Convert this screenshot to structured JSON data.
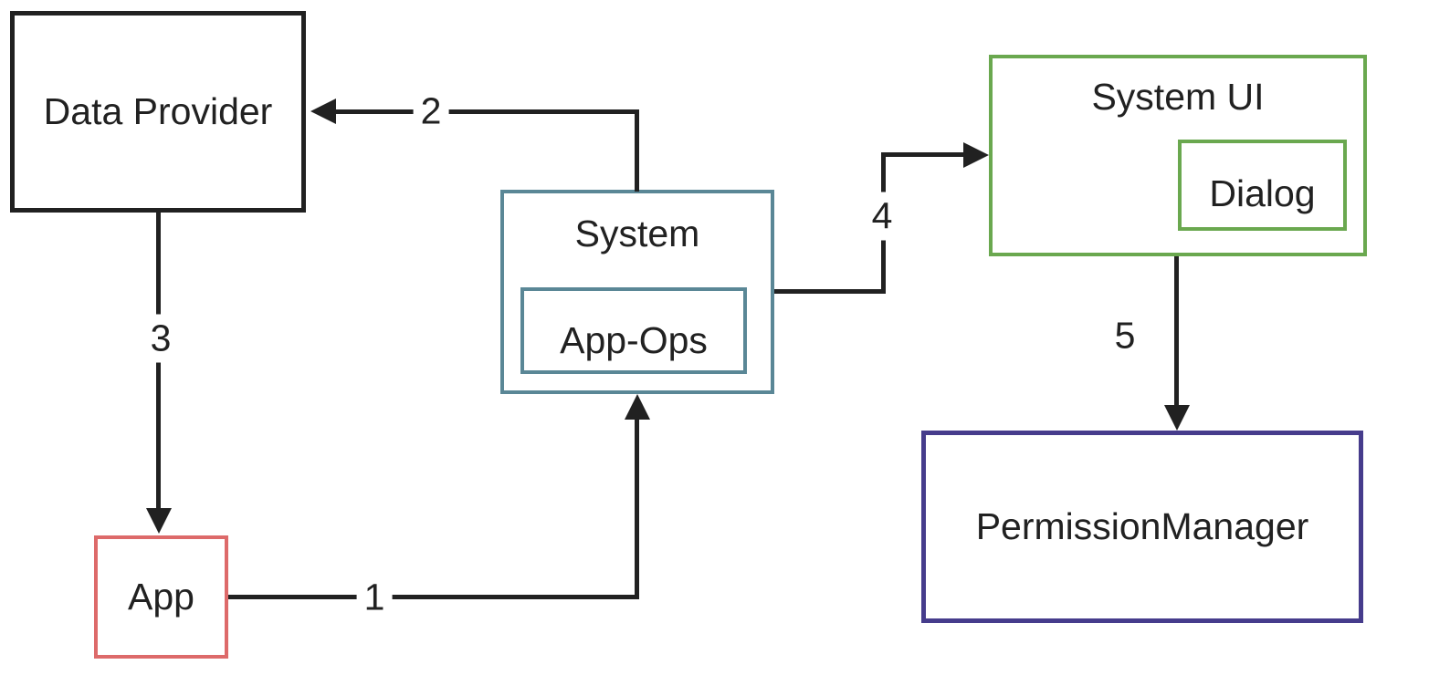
{
  "colors": {
    "line": "#212121",
    "text": "#212121",
    "teal": "#5a8796",
    "green": "#6aa84f",
    "red": "#dd6a6a",
    "purple": "#463c8c"
  },
  "diagram": {
    "nodes": {
      "data_provider": {
        "label": "Data Provider",
        "border_color": "#212121"
      },
      "system": {
        "label": "System",
        "border_color": "#5a8796"
      },
      "app_ops": {
        "label": "App-Ops",
        "border_color": "#5a8796"
      },
      "system_ui": {
        "label": "System UI",
        "border_color": "#6aa84f"
      },
      "dialog": {
        "label": "Dialog",
        "border_color": "#6aa84f"
      },
      "permission_manager": {
        "label": "PermissionManager",
        "border_color": "#463c8c"
      },
      "app": {
        "label": "App",
        "border_color": "#dd6a6a"
      }
    },
    "edges": [
      {
        "label": "1",
        "from": "App",
        "to": "System"
      },
      {
        "label": "2",
        "from": "System",
        "to": "Data Provider"
      },
      {
        "label": "3",
        "from": "Data Provider",
        "to": "App"
      },
      {
        "label": "4",
        "from": "System",
        "to": "System UI"
      },
      {
        "label": "5",
        "from": "System UI",
        "to": "PermissionManager"
      }
    ]
  }
}
